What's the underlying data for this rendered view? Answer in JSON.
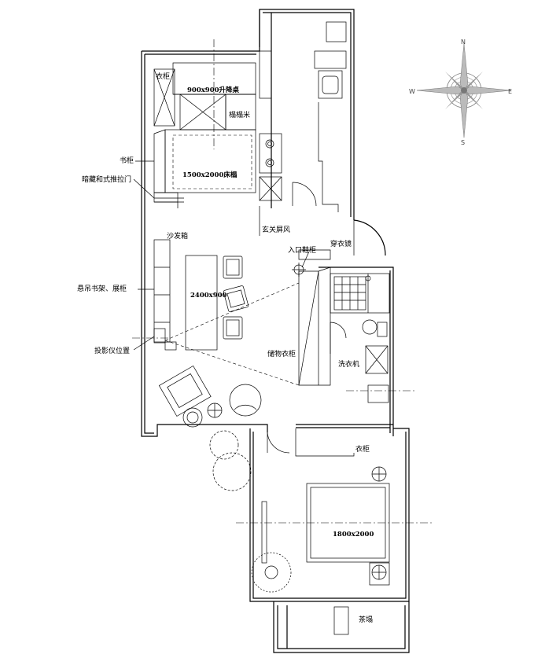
{
  "labels": {
    "wardrobe_top": "衣柜",
    "lift_table": "900x900升降桌",
    "tatami": "榻榻米",
    "bookcase": "书柜",
    "bed_small": "1500x2000床榻",
    "sliding_door": "暗藏和式推拉门",
    "entry_screen": "玄关屏风",
    "sofa_box": "沙发箱",
    "entry_shoe": "入口鞋柜",
    "mirror": "穿衣镜",
    "bookshelf": "悬吊书架、展柜",
    "table": "2400x900",
    "projector": "投影仪位置",
    "storage": "储物衣柜",
    "washer": "洗衣机",
    "wardrobe_bottom": "衣柜",
    "bed_large": "1800x2000",
    "tea": "茶塌"
  },
  "compass": {
    "n": "N",
    "e": "E",
    "s": "S",
    "w": "W"
  }
}
